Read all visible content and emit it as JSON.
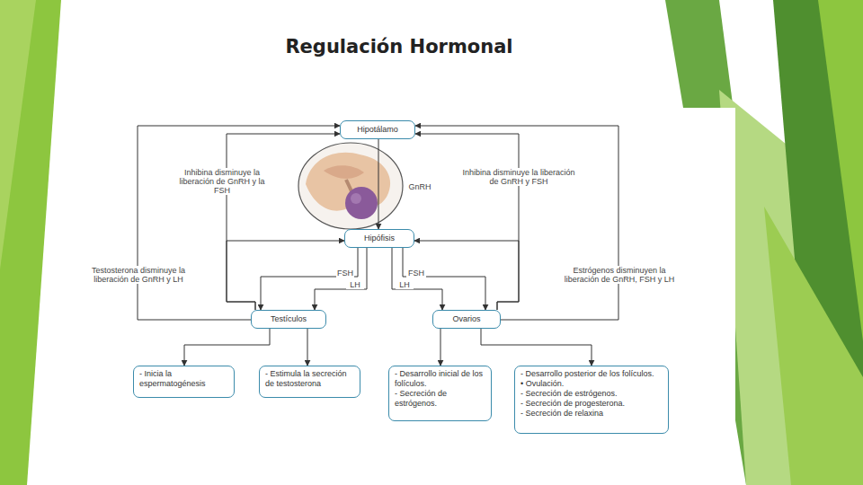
{
  "diagram": {
    "title": "Regulación Hormonal",
    "nodes": [
      {
        "text": [
          "Hipotálamo"
        ]
      },
      {
        "text": [
          "Hipófisis"
        ]
      },
      {
        "text": [
          "Testículos"
        ]
      },
      {
        "text": [
          "Ovarios"
        ]
      },
      {
        "text": [
          "- Inicia la espermatogénesis"
        ]
      },
      {
        "text": [
          "- Estimula la secreción de testosterona"
        ]
      },
      {
        "text": [
          "- Desarrollo inicial de los folículos.",
          "- Secreción de estrógenos."
        ]
      },
      {
        "text": [
          "- Desarrollo posterior de los folículos.",
          "• Ovulación.",
          "- Secreción de estrógenos.",
          "- Secreción de progesterona.",
          "- Secreción de relaxina"
        ]
      }
    ],
    "edges": [
      {
        "from": 0,
        "to": 1,
        "label": "GnRH",
        "arrow": "to"
      },
      {
        "from": 1,
        "to": 2,
        "label": "FSH",
        "arrow": "to"
      },
      {
        "from": 1,
        "to": 2,
        "label": "LH",
        "arrow": "to"
      },
      {
        "from": 1,
        "to": 3,
        "label": "LH",
        "arrow": "to"
      },
      {
        "from": 1,
        "to": 3,
        "label": "FSH",
        "arrow": "to"
      },
      {
        "from": 2,
        "to": 4,
        "arrow": "to"
      },
      {
        "from": 2,
        "to": 5,
        "arrow": "to"
      },
      {
        "from": 3,
        "to": 6,
        "arrow": "to"
      },
      {
        "from": 3,
        "to": 7,
        "arrow": "to"
      },
      {
        "from": 2,
        "to": 0,
        "label": "Testosterona disminuye la liberación de GnRH y LH",
        "arrow": "to"
      },
      {
        "from": 2,
        "to": 0,
        "label": "Inhibina disminuye la liberación de GnRH y la FSH",
        "arrow": "to"
      },
      {
        "from": 2,
        "to": 1,
        "arrow": "to"
      },
      {
        "from": 3,
        "to": 0,
        "label": "Estrógenos disminuyen la liberación de GnRH, FSH y LH",
        "arrow": "to"
      },
      {
        "from": 3,
        "to": 0,
        "label": "Inhibina disminuye la liberación de GnRH y FSH",
        "arrow": "to"
      },
      {
        "from": 3,
        "to": 1,
        "arrow": "to"
      }
    ]
  }
}
